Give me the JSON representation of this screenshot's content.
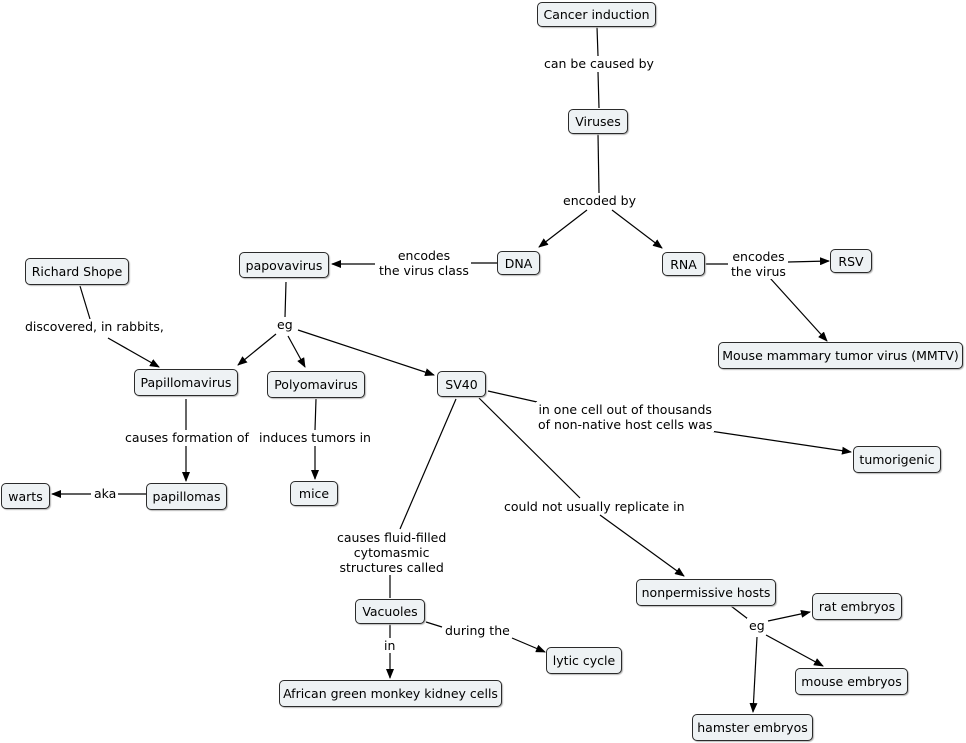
{
  "concepts": {
    "cancer_induction": "Cancer induction",
    "viruses": "Viruses",
    "dna": "DNA",
    "rna": "RNA",
    "rsv": "RSV",
    "mmtv": "Mouse mammary tumor virus (MMTV)",
    "papovavirus": "papovavirus",
    "richard_shope": "Richard Shope",
    "papillomavirus": "Papillomavirus",
    "polyomavirus": "Polyomavirus",
    "sv40": "SV40",
    "tumorigenic": "tumorigenic",
    "papillomas": "papillomas",
    "warts": "warts",
    "mice": "mice",
    "nonpermissive_hosts": "nonpermissive hosts",
    "rat_embryos": "rat embryos",
    "mouse_embryos": "mouse embryos",
    "hamster_embryos": "hamster embryos",
    "vacuoles": "Vacuoles",
    "lytic_cycle": "lytic cycle",
    "agmk_cells": "African green monkey kidney cells"
  },
  "links": {
    "can_be_caused_by": "can be caused by",
    "encoded_by": "encoded by",
    "encodes_virus_class": "encodes\nthe virus class",
    "encodes_virus": "encodes\nthe virus",
    "discovered_in_rabbits": "discovered, in rabbits,",
    "eg_papova": "eg",
    "causes_formation_of": "causes formation of",
    "induces_tumors_in": "induces tumors in",
    "aka": "aka",
    "in_one_cell": "in one cell out of thousands\nof non-native host cells was",
    "could_not_replicate": "could not usually replicate in",
    "causes_fluid_filled": "causes fluid-filled\ncytomasmic\nstructures called",
    "in": "in",
    "during_the": "during the",
    "eg_hosts": "eg"
  }
}
